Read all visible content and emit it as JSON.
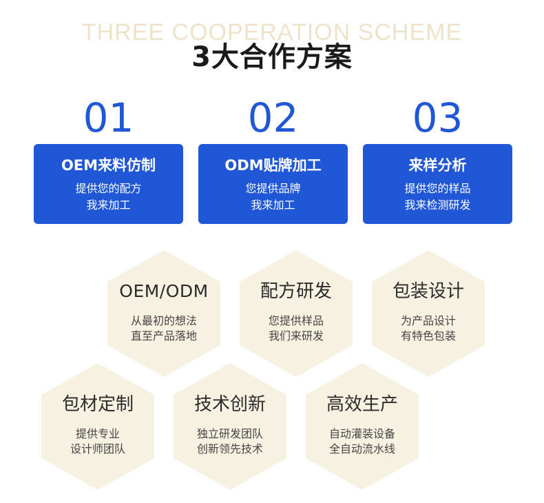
{
  "header": {
    "subtitle_en": "THREE COOPERATION SCHEME",
    "title": "3大合作方案"
  },
  "schemes": [
    {
      "num": "01",
      "title": "OEM来料仿制",
      "lines": [
        "提供您的配方",
        "我来加工"
      ]
    },
    {
      "num": "02",
      "title": "ODM贴牌加工",
      "lines": [
        "您提供品牌",
        "我来加工"
      ]
    },
    {
      "num": "03",
      "title": "来样分析",
      "lines": [
        "提供您的样品",
        "我来检测研发"
      ]
    }
  ],
  "advantages": [
    {
      "title": "OEM/ODM",
      "lines": [
        "从最初的想法",
        "直至产品落地"
      ]
    },
    {
      "title": "配方研发",
      "lines": [
        "您提供样品",
        "我们来研发"
      ]
    },
    {
      "title": "包装设计",
      "lines": [
        "为产品设计",
        "有特色包装"
      ]
    },
    {
      "title": "包材定制",
      "lines": [
        "提供专业",
        "设计师团队"
      ]
    },
    {
      "title": "技术创新",
      "lines": [
        "独立研发团队",
        "创新领先技术"
      ]
    },
    {
      "title": "高效生产",
      "lines": [
        "自动灌装设备",
        "全自动流水线"
      ]
    }
  ],
  "colors": {
    "accent": "#1f57d6",
    "hex_bg": "#f7f1e2",
    "subtitle_en": "#eee3c9"
  }
}
